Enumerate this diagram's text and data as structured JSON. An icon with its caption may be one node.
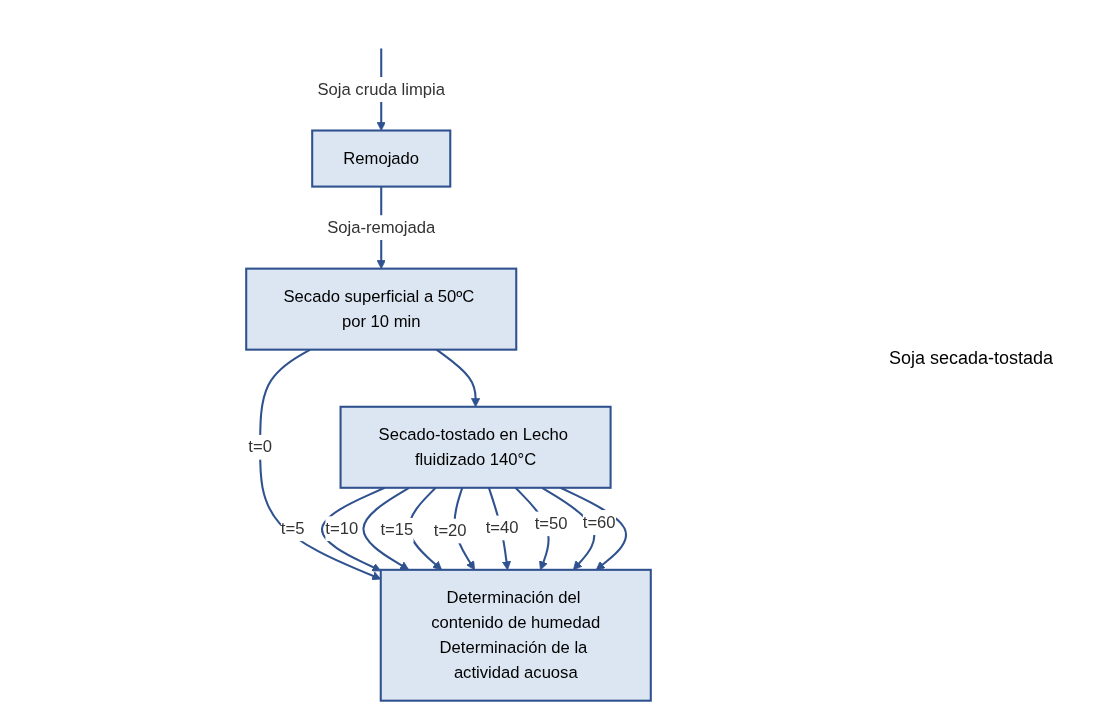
{
  "diagram": {
    "nodes": [
      {
        "text": [
          "Remojado"
        ]
      },
      {
        "text": [
          "Secado superficial a 50ºC por 10 min"
        ]
      },
      {
        "text": [
          "Secado-tostado en Lecho fluidizado 140°C"
        ]
      },
      {
        "text": [
          "Determinación del contenido de humedad",
          "Determinación de la actividad acuosa"
        ]
      }
    ],
    "edges": [
      {
        "from": null,
        "to": 0,
        "arrow": "to",
        "label": "Soja cruda limpia"
      },
      {
        "from": 0,
        "to": 1,
        "arrow": "to",
        "label": "Soja-remojada"
      },
      {
        "from": 1,
        "to": 3,
        "arrow": "to",
        "label": "t=0"
      },
      {
        "from": 1,
        "to": 2,
        "arrow": "to"
      },
      {
        "from": 2,
        "to": 3,
        "arrow": "to",
        "label": "t=5"
      },
      {
        "from": 2,
        "to": 3,
        "arrow": "to",
        "label": "t=10"
      },
      {
        "from": 2,
        "to": 3,
        "arrow": "to",
        "label": "t=15"
      },
      {
        "from": 2,
        "to": 3,
        "arrow": "to",
        "label": "t=20"
      },
      {
        "from": 2,
        "to": 3,
        "arrow": "to",
        "label": "t=40"
      },
      {
        "from": 2,
        "to": 3,
        "arrow": "to",
        "label": "t=50"
      },
      {
        "from": 2,
        "to": 3,
        "arrow": "to",
        "label": "t=60"
      },
      {
        "from": 2,
        "to": 3,
        "arrow": "to"
      }
    ],
    "labels": [
      "Soja secada-tostada"
    ]
  }
}
